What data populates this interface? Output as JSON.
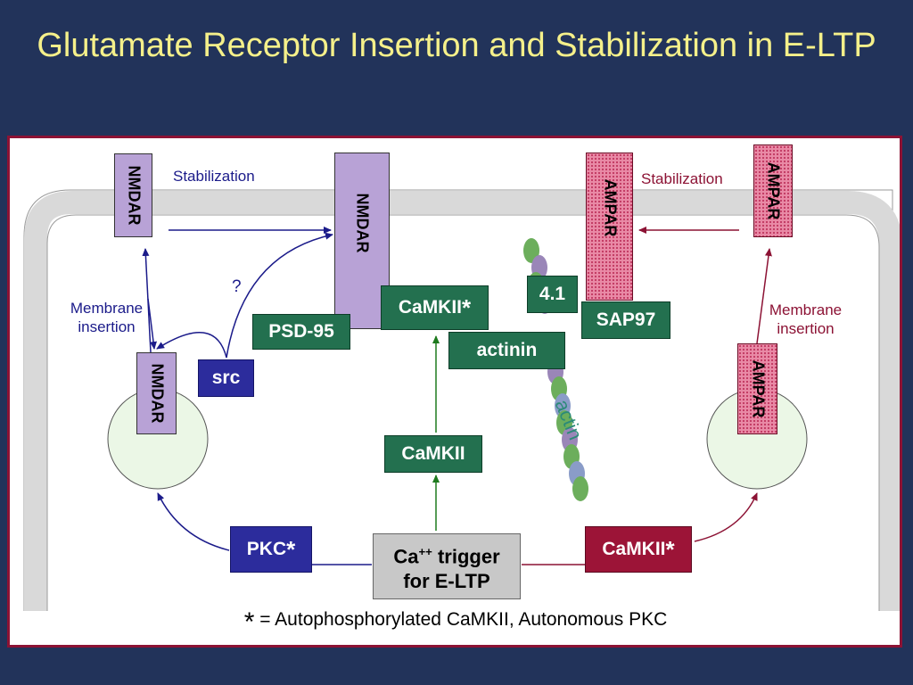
{
  "title": "Glutamate Receptor Insertion and Stabilization in E-LTP",
  "labels": {
    "stabilization_left": "Stabilization",
    "stabilization_right": "Stabilization",
    "membrane_insertion_left": "Membrane insertion",
    "membrane_insertion_right": "Membrane insertion",
    "question": "?",
    "actin": "actin"
  },
  "receptors": {
    "nmdar_top_left": "NMDAR",
    "nmdar_membrane": "NMDAR",
    "nmdar_vesicle": "NMDAR",
    "ampar_membrane": "AMPAR",
    "ampar_top_right": "AMPAR",
    "ampar_vesicle": "AMPAR"
  },
  "proteins": {
    "psd95": "PSD-95",
    "camkii_star_top": "CaMKII",
    "band41": "4.1",
    "sap97": "SAP97",
    "actinin": "actinin",
    "src": "src",
    "camkii_mid": "CaMKII",
    "pkc": "PKC",
    "camkii_bottom": "CaMKII",
    "trigger_ca": "Ca",
    "trigger_sup": "++",
    "trigger_rest": " trigger",
    "trigger_line2": "for E-LTP",
    "star": "*"
  },
  "footnote": {
    "star": "*",
    "text": " = Autophosphorylated CaMKII, Autonomous PKC"
  },
  "colors": {
    "background": "#22335a",
    "title": "#f5f08a",
    "panel_border": "#8c1234",
    "green_box": "#23704f",
    "navy_box": "#2c2c9c",
    "crimson_box": "#9c1437",
    "nmdar": "#b8a2d6",
    "ampar": "#e98aa6"
  }
}
